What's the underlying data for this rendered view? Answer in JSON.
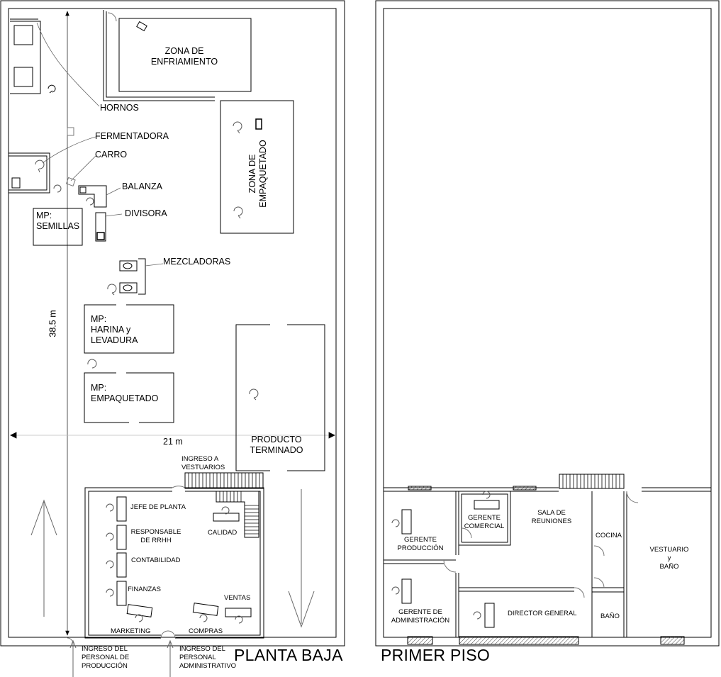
{
  "titles": {
    "ground": "PLANTA BAJA",
    "first": "PRIMER PISO"
  },
  "dimensions": {
    "height": "38.5 m",
    "width": "21 m"
  },
  "ground_floor": {
    "zona_enfriamiento": "ZONA DE\nENFRIAMIENTO",
    "hornos": "HORNOS",
    "fermentadora": "FERMENTADORA",
    "carro": "CARRO",
    "balanza": "BALANZA",
    "divisora": "DIVISORA",
    "mp_semillas": "MP:\nSEMILLAS",
    "zona_empaquetado": "ZONA DE\nEMPAQUETADO",
    "mezcladoras": "MEZCLADORAS",
    "mp_harina": "MP:\nHARINA y\nLEVADURA",
    "mp_empaquetado": "MP:\nEMPAQUETADO",
    "producto_terminado": "PRODUCTO\nTERMINADO",
    "ingreso_vestuarios": "INGRESO A\nVESTUARIOS",
    "jefe_planta": "JEFE DE PLANTA",
    "responsable_rrhh": "RESPONSABLE\nDE RRHH",
    "contabilidad": "CONTABILIDAD",
    "finanzas": "FINANZAS",
    "calidad": "CALIDAD",
    "ventas": "VENTAS",
    "marketing": "MARKETING",
    "compras": "COMPRAS",
    "ingreso_produccion": "INGRESO DEL\nPERSONAL DE\nPRODUCCIÓN",
    "ingreso_administrativo": "INGRESO DEL\nPERSONAL\nADMINISTRATIVO"
  },
  "first_floor": {
    "gerente_comercial": "GERENTE\nCOMERCIAL",
    "sala_reuniones": "SALA DE\nREUNIONES",
    "gerente_produccion": "GERENTE\nPRODUCCIÓN",
    "cocina": "COCINA",
    "vestuario": "VESTUARIO\ny\nBAÑO",
    "gerente_administracion": "GERENTE DE\nADMINISTRACIÓN",
    "director_general": "DIRECTOR GENERAL",
    "bano": "BAÑO"
  }
}
